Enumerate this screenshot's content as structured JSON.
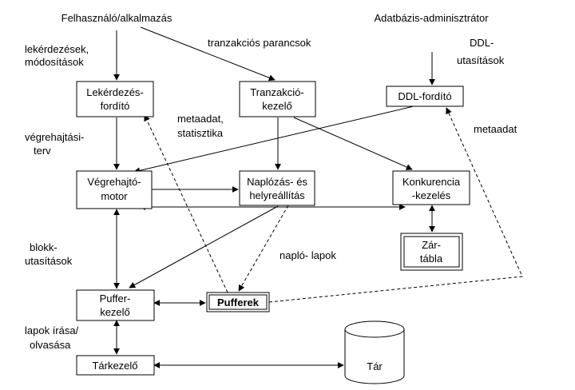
{
  "actors": {
    "user": "Felhasználó/alkalmazás",
    "dba": "Adatbázis-adminisztrátor"
  },
  "boxes": {
    "query_compiler": [
      "Lekérdezés-",
      "fordító"
    ],
    "transaction_manager": [
      "Tranzakció-",
      "kezelő"
    ],
    "ddl_compiler": [
      "DDL-fordító"
    ],
    "execution_engine": [
      "Végrehajtó-",
      "motor"
    ],
    "logging_recovery": [
      "Naplózás- és",
      "helyreállítás"
    ],
    "concurrency": [
      "Konkurencia",
      "-kezelés"
    ],
    "lock_table": [
      "Zár-",
      "tábla"
    ],
    "buffer_manager": [
      "Puffer-",
      "kezelő"
    ],
    "buffers": [
      "Pufferek"
    ],
    "storage_manager": [
      "Tárkezelő"
    ],
    "storage": "Tár"
  },
  "edge_labels": {
    "queries": [
      "lekérdezések,",
      "módosítások"
    ],
    "transaction_commands": [
      "tranzakciós parancsok"
    ],
    "ddl_commands": [
      "DDL-",
      "utasítások"
    ],
    "metadata_stats": [
      "metaadat,",
      "statisztika"
    ],
    "metadata": [
      "metaadat"
    ],
    "exec_plan": [
      "végrehajtási-",
      "terv"
    ],
    "block_commands": [
      "blokk-",
      "utasítások"
    ],
    "log_pages": [
      "napló- lapok"
    ],
    "page_rw": [
      "lapok írása/",
      "olvasása"
    ]
  }
}
